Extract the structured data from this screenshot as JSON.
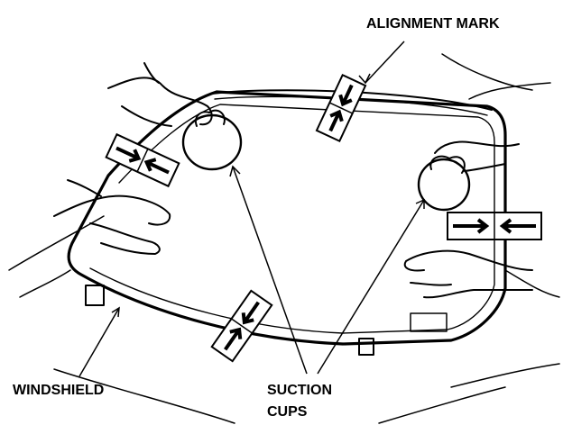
{
  "labels": {
    "alignment_mark": "ALIGNMENT MARK",
    "windshield": "WINDSHIELD",
    "suction_cups_line1": "SUCTION",
    "suction_cups_line2": "CUPS"
  },
  "colors": {
    "ink": "#000000",
    "paper": "#ffffff",
    "mark_fill": "#555555"
  }
}
